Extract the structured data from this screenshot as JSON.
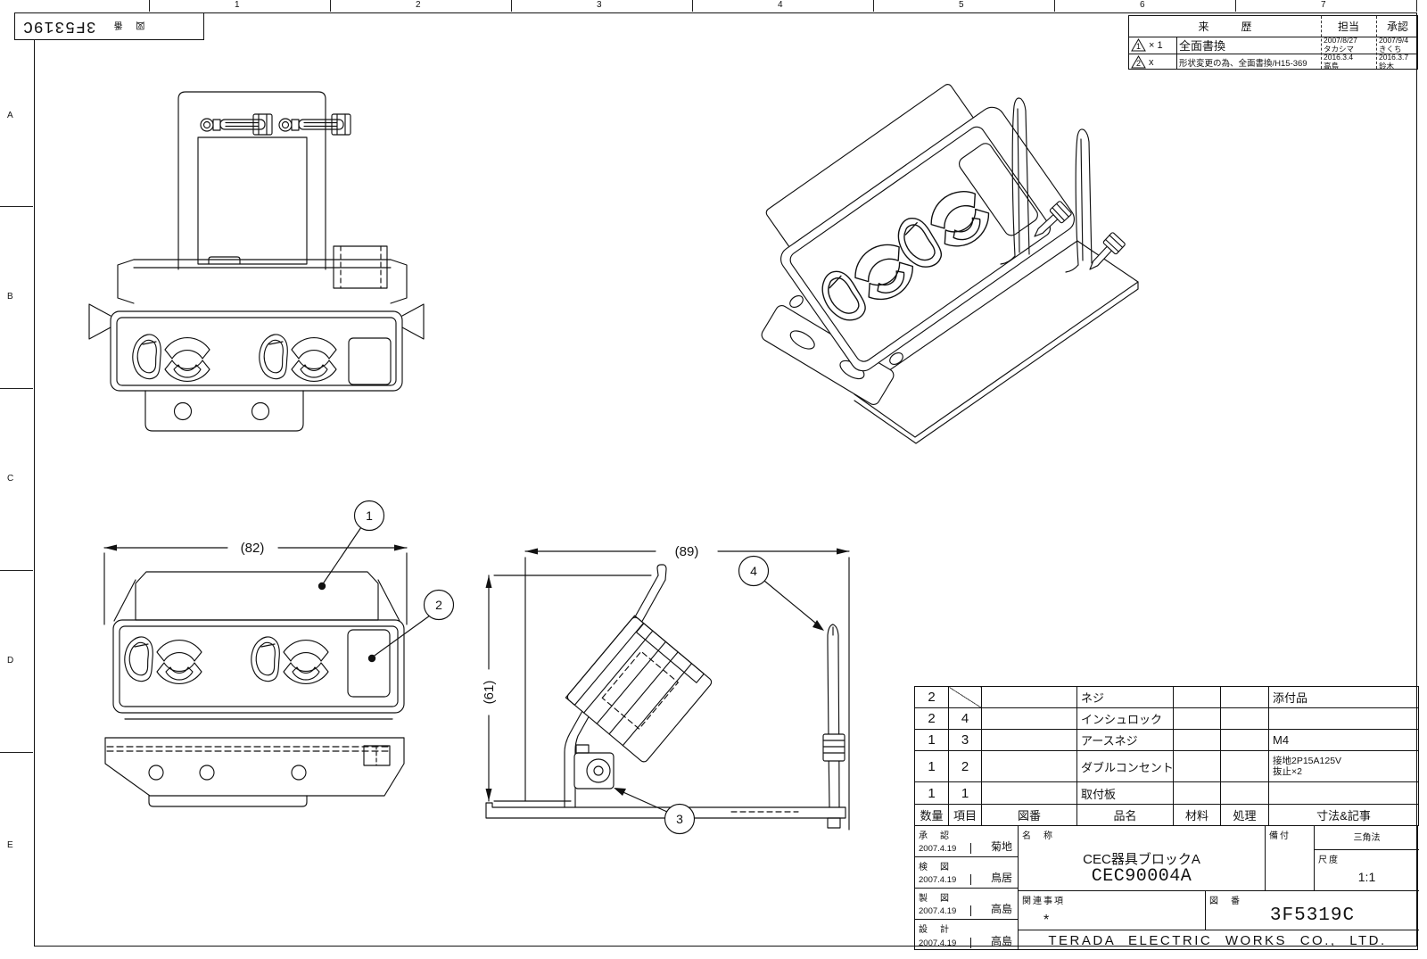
{
  "ink": "#111111",
  "sheet": {
    "zones_top": [
      "1",
      "2",
      "3",
      "4",
      "5",
      "6",
      "7"
    ],
    "zones_left": [
      "A",
      "B",
      "C",
      "D",
      "E"
    ],
    "stamp_label": "図 番",
    "stamp_number": "3F5319C"
  },
  "revision": {
    "header": {
      "title": "来　　　歴",
      "charge": "担当",
      "approve": "承認"
    },
    "rows": [
      {
        "marker": "1",
        "qty": "× 1",
        "desc": "全面書換",
        "charge_date": "2007/8/27",
        "charge_name": "タカシマ",
        "approve_date": "2007/9/4",
        "approve_name": "きくち"
      },
      {
        "marker": "2",
        "qty": "x",
        "desc": "形状変更の為、全面書換/H15-369",
        "charge_date": "2016.3.4",
        "charge_name": "高島",
        "approve_date": "2016.3.7",
        "approve_name": "鈴木"
      }
    ]
  },
  "parts_table": {
    "headers": {
      "qty": "数量",
      "item": "項目",
      "dwg": "図番",
      "name": "品名",
      "material": "材料",
      "process": "処理",
      "note": "寸法&記事"
    },
    "rows": [
      {
        "qty": "2",
        "item": "",
        "name": "ネジ",
        "note": "添付品",
        "note2": ""
      },
      {
        "qty": "2",
        "item": "4",
        "name": "インシュロック",
        "note": "",
        "note2": ""
      },
      {
        "qty": "1",
        "item": "3",
        "name": "アースネジ",
        "note": "M4",
        "note2": ""
      },
      {
        "qty": "1",
        "item": "2",
        "name": "ダブルコンセント",
        "note": "接地2P15A125V",
        "note2": "抜止×2"
      },
      {
        "qty": "1",
        "item": "1",
        "name": "取付板",
        "note": "",
        "note2": ""
      }
    ]
  },
  "title_block": {
    "sign_rows": [
      {
        "label": "承　認",
        "date": "2007.4.19",
        "name": "菊地"
      },
      {
        "label": "検　図",
        "date": "2007.4.19",
        "name": "鳥居"
      },
      {
        "label": "製　図",
        "date": "2007.4.19",
        "name": "高島"
      },
      {
        "label": "設　計",
        "date": "2007.4.19",
        "name": "高島"
      }
    ],
    "name_label": "名　称",
    "product_name": "CEC器具ブロックA",
    "product_code": "CEC90004A",
    "attach_label": "備付",
    "projection_label": "三角法",
    "scale_label": "尺度",
    "scale_value": "1:1",
    "related_label": "関連事項",
    "related_value": "*",
    "dwgno_label": "図　番",
    "dwgno_value": "3F5319C",
    "company": "TERADA ELECTRIC WORKS CO., LTD."
  },
  "drawing": {
    "dims": {
      "top_width": "(82)",
      "side_width": "(89)",
      "side_height": "(61)"
    },
    "balloons": [
      "1",
      "2",
      "3",
      "4"
    ]
  }
}
